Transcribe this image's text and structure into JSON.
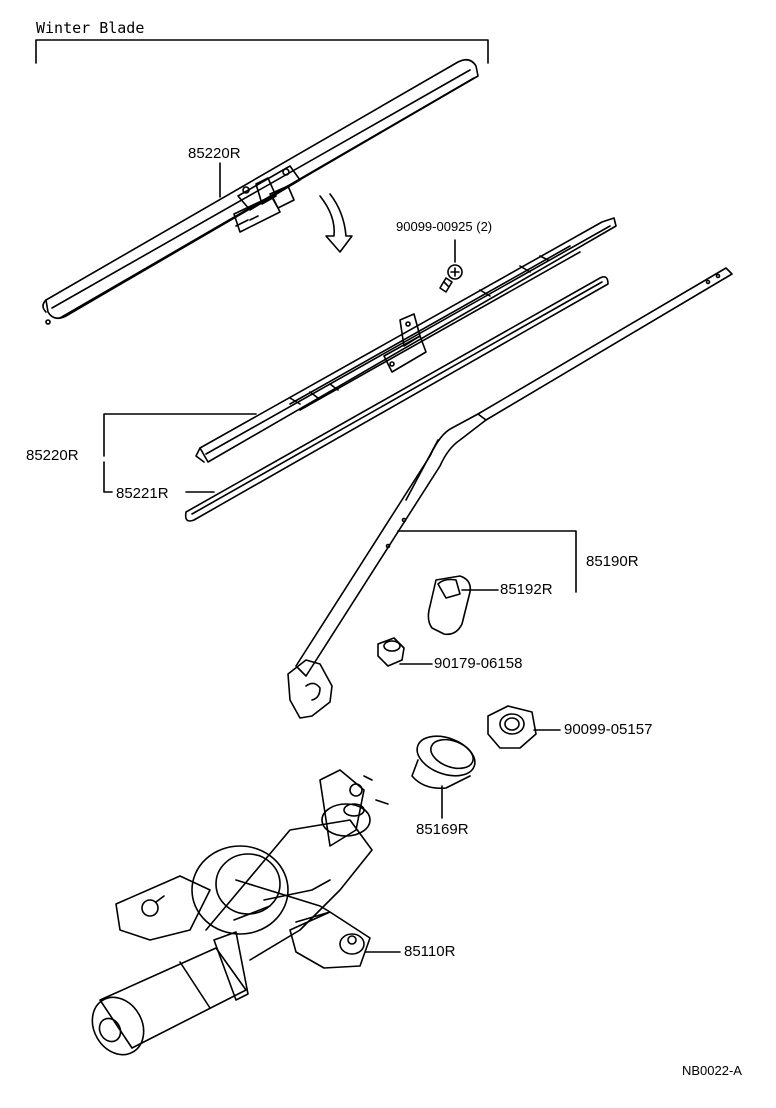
{
  "header": {
    "title": "Winter Blade"
  },
  "parts": {
    "winter_blade_ref": "85220R",
    "screw": "90099-00925 (2)",
    "blade_assy": "85220R",
    "blade_rubber": "85221R",
    "wiper_arm": "85190R",
    "arm_cap": "85192R",
    "arm_nut": "90179-06158",
    "pivot_nut": "90099-05157",
    "grommet": "85169R",
    "motor": "85110R"
  },
  "footer": {
    "figure_code": "NB0022-A"
  },
  "colors": {
    "ink": "#000000",
    "paper": "#ffffff"
  }
}
